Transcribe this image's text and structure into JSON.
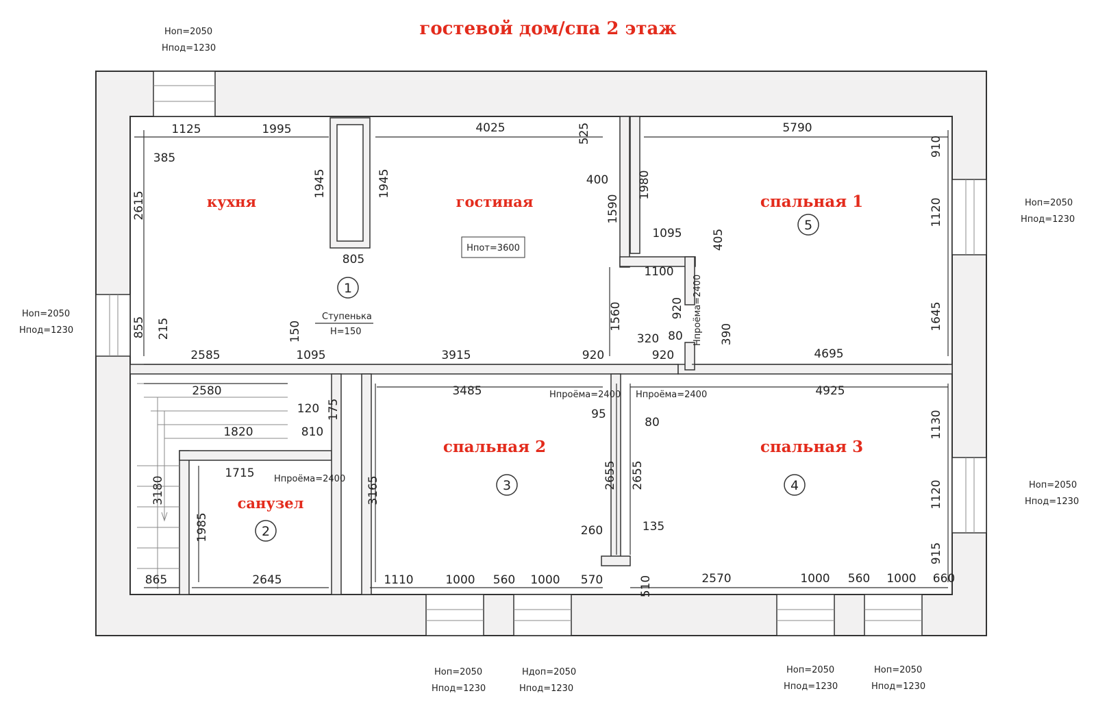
{
  "title": "гостевой дом/спа 2 этаж",
  "rooms": {
    "kitchen": "кухня",
    "living": "гостиная",
    "bedroom1": "спальная 1",
    "bedroom2": "спальная 2",
    "bedroom3": "спальная 3",
    "bathroom": "санузел"
  },
  "room_numbers": [
    "1",
    "2",
    "3",
    "4",
    "5"
  ],
  "window_labels": {
    "h_top": "Hоп=2050",
    "h_sill": "Hпод=1230",
    "h_door": "Hдоп=2050"
  },
  "living_height": "Hпот=3600",
  "step_label": "Ступенька",
  "step_height": "H=150",
  "door_height": "Hпроёма=2400",
  "dimensions": {
    "d1125": "1125",
    "d1995": "1995",
    "d4025": "4025",
    "d525": "525",
    "d5790": "5790",
    "d910": "910",
    "d385": "385",
    "d2615": "2615",
    "d1945a": "1945",
    "d1945b": "1945",
    "d400": "400",
    "d1590": "1590",
    "d1980": "1980",
    "d1120a": "1120",
    "d805": "805",
    "d1095a": "1095",
    "d405": "405",
    "d1100": "1100",
    "d920a": "920",
    "d1560": "1560",
    "d1645": "1645",
    "d855": "855",
    "d215": "215",
    "d150": "150",
    "d2585": "2585",
    "d1095b": "1095",
    "d3915": "3915",
    "d920b": "920",
    "d320": "320",
    "d80a": "80",
    "d920c": "920",
    "d390": "390",
    "d4695": "4695",
    "d2580": "2580",
    "d3485": "3485",
    "d4925": "4925",
    "d120": "120",
    "d175": "175",
    "d1820": "1820",
    "d810": "810",
    "d95": "95",
    "d80b": "80",
    "d1130": "1130",
    "d1715": "1715",
    "d3180": "3180",
    "d1985": "1985",
    "d3165": "3165",
    "d2655a": "2655",
    "d2655b": "2655",
    "d1120b": "1120",
    "d260": "260",
    "d135": "135",
    "d915": "915",
    "d865": "865",
    "d2645": "2645",
    "d1110": "1110",
    "d1000a": "1000",
    "d560a": "560",
    "d1000b": "1000",
    "d570": "570",
    "d510": "510",
    "d2570": "2570",
    "d1000c": "1000",
    "d560b": "560",
    "d1000d": "1000",
    "d660": "660"
  }
}
